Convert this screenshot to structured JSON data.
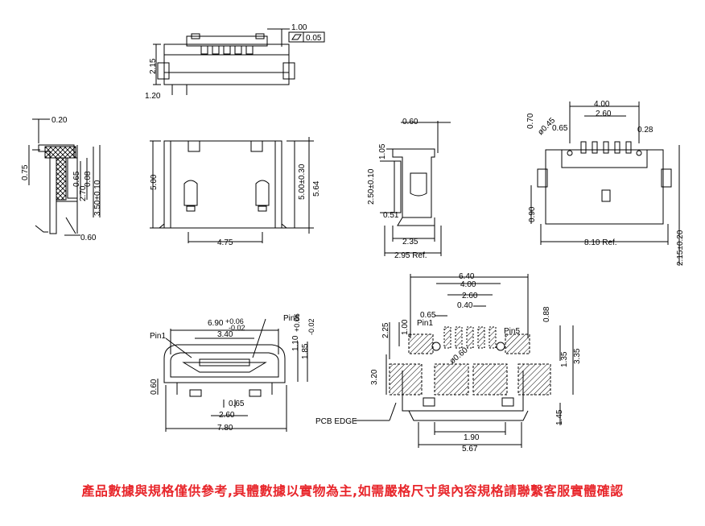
{
  "top_view": {
    "dims": {
      "d1": "1.00",
      "tol": "0.05",
      "h": "2.15",
      "w": "1.20"
    }
  },
  "left_side_view": {
    "dims": {
      "d1": "0.20",
      "d2": "0.75",
      "d3": "0.65",
      "d4": "0.08",
      "d5": "2.70",
      "d6": "3.50±0.10",
      "d7": "0.60"
    }
  },
  "front_view": {
    "dims": {
      "h": "5.00",
      "w": "4.75",
      "h2": "5.00±0.30",
      "h3": "5.64"
    }
  },
  "side_view": {
    "dims": {
      "d1": "0.60",
      "d2": "1.05",
      "d3": "2.50±0.10",
      "d4": "0.51",
      "d5": "2.35",
      "d6": "2.95 Ref."
    }
  },
  "rear_view": {
    "dims": {
      "d1": "4.00",
      "d2": "2.60",
      "d3": "0.70",
      "d4": "ø0.45",
      "d5": "0.65",
      "d6": "0.28",
      "d7": "0.90",
      "d8": "8.10 Ref.",
      "d9": "2.15±0.20"
    }
  },
  "mating_view": {
    "dims": {
      "pin1": "Pin1",
      "pin5": "Pin5",
      "d1": "6.90",
      "tol_up": "+0.06",
      "tol_dn": "-0.02",
      "d2": "3.40",
      "d3": "1.10",
      "d4": "1.85",
      "d5": "+0.06",
      "d6": "-0.02",
      "d7": "0.60",
      "d8": "0.65",
      "d9": "2.60",
      "d10": "7.80"
    }
  },
  "pcb_layout": {
    "dims": {
      "d1": "6.40",
      "d2": "4.00",
      "d3": "2.60",
      "d4": "0.40",
      "d5": "0.65",
      "pin1": "Pin1",
      "pin5": "Pin5",
      "d6": "1.00",
      "d7": "2.25",
      "d8": "0.88",
      "d9": "ø0.60",
      "d10": "3.35",
      "d11": "1.35",
      "d12": "3.20",
      "d13": "1.45",
      "d14": "1.90",
      "d15": "5.67",
      "pcb_edge": "PCB EDGE"
    }
  },
  "footer_note": "產品數據與規格僅供參考,具體數據以實物為主,如需嚴格尺寸與內容規格請聯繫客服實體確認"
}
